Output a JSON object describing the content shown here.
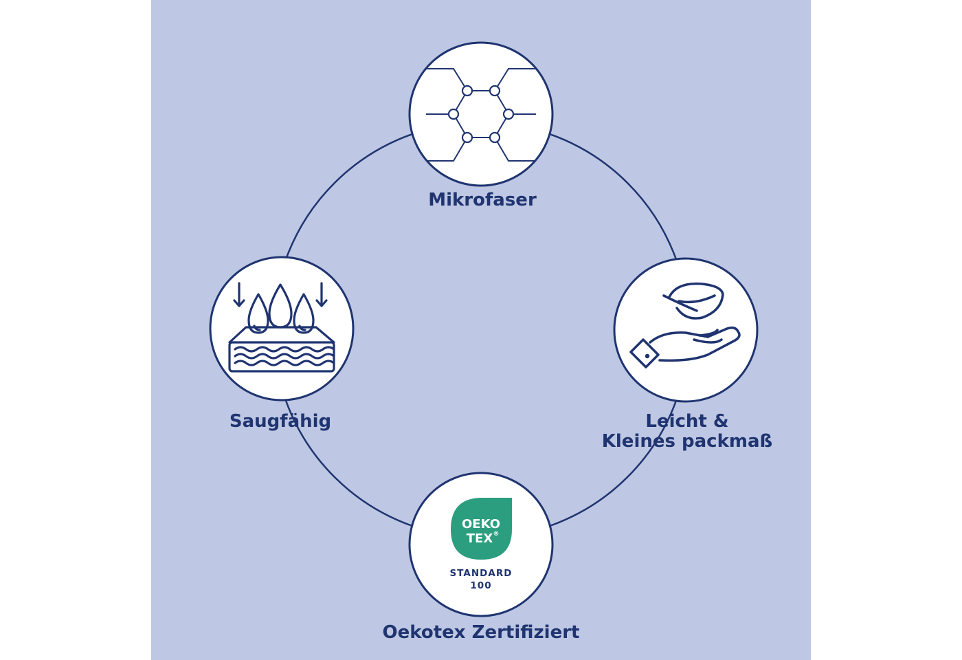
{
  "features": [
    {
      "label": "Mikrofaser",
      "icon": "molecule-icon"
    },
    {
      "label": "Leicht &",
      "label2": "Kleines packmaß",
      "icon": "feather-hand-icon"
    },
    {
      "label": "Oekotex Zertifiziert",
      "icon": "oekotex-logo"
    },
    {
      "label": "Saugfähig",
      "icon": "water-absorb-icon"
    }
  ],
  "oekotex_logo": {
    "line1": "OEKO",
    "line2": "TEX",
    "reg": "®",
    "standard": "STANDARD",
    "number": "100"
  },
  "colors": {
    "background": "#bec7e3",
    "navy": "#1f3470",
    "oeko_green": "#2a9e7e",
    "circle_fill": "#ffffff"
  }
}
